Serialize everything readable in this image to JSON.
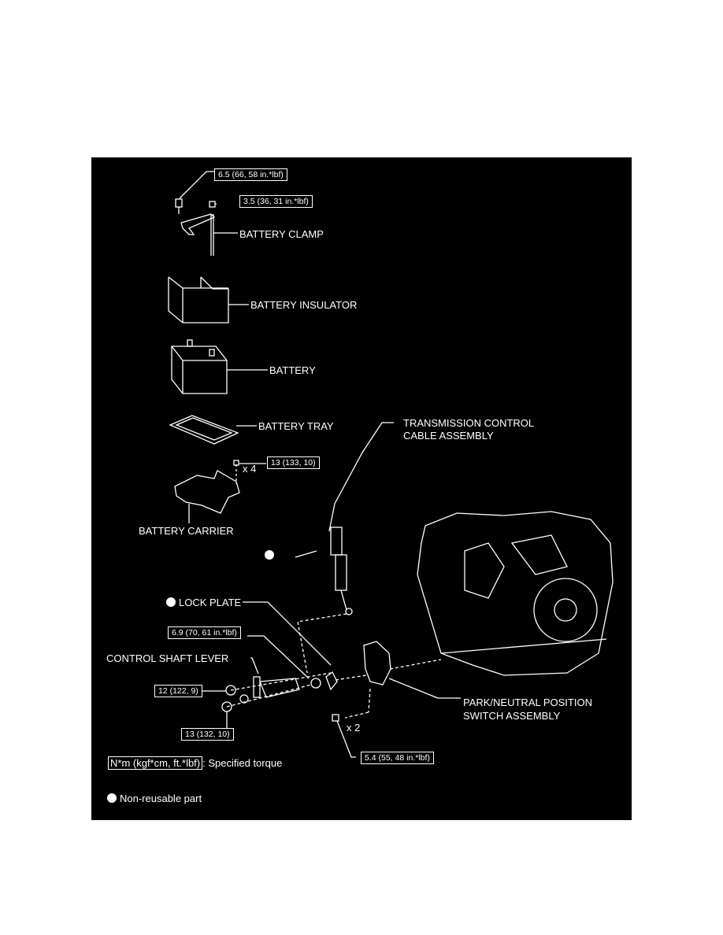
{
  "labels": {
    "battery_clamp": "BATTERY CLAMP",
    "battery_insulator": "BATTERY INSULATOR",
    "battery": "BATTERY",
    "battery_tray": "BATTERY TRAY",
    "battery_carrier": "BATTERY CARRIER",
    "transmission_cable_1": "TRANSMISSION CONTROL",
    "transmission_cable_2": "CABLE ASSEMBLY",
    "lock_plate": "LOCK PLATE",
    "control_shaft_lever": "CONTROL SHAFT LEVER",
    "pnp_switch_1": "PARK/NEUTRAL POSITION",
    "pnp_switch_2": "SWITCH ASSEMBLY",
    "x4": "x 4",
    "x2": "x 2"
  },
  "torques": {
    "clamp_bolt": "6.5 (66, 58 in.*lbf)",
    "clamp_nut": "3.5 (36, 31 in.*lbf)",
    "carrier_bolt": "13 (133, 10)",
    "lever_nut": "6.9 (70, 61 in.*lbf)",
    "shaft_nut": "12 (122, 9)",
    "shaft_bolt": "13 (132, 10)",
    "switch_bolt": "5.4 (55, 48 in.*lbf)"
  },
  "legend": {
    "torque_unit": "N*m (kgf*cm, ft.*lbf)",
    "torque_desc": ": Specified torque",
    "non_reusable": "Non-reusable part"
  }
}
